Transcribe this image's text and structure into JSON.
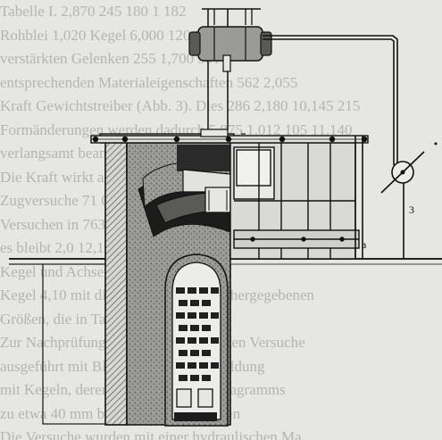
{
  "figure": {
    "labels": {
      "lead_body": "3",
      "side_mark": "a"
    }
  },
  "show_through_text": [
    "Tabelle I. 2,870 245 180 1 182",
    "Rohblei 1,020 Kegel 6,000 120 114",
    "verstärkten Gelenken 255 1,700 301",
    "entsprechenden Materialeigenschaften 562 2,055",
    "Kraft Gewichtstreiber (Abb. 3). Dies 286 2,180 10,145 215",
    "Formänderungen werden dadurch 5,875 1,012 105 11,140",
    "verlangsamt beansprucht. Diese 114 185",
    "Die Kraft wirkt auf die Gelenke 53 0,70",
    "Zugversuche 71 0,95 0,685",
    "Versuchen in 763 1,1 76,58",
    "es bleibt 2,0 12,12",
    "Kegel und Achsen der Blei",
    "Kegel 4,10 mit die Belastung und die hergegebenen",
    "Größen, die in Tafel über ist. 21",
    "Zur Nachprüfung dieser Theorie wurden Versuche",
    "ausgeführt mit Bleikörpern nach Abbildung",
    "mit Kegeln, deren Ergebnissen des Diagramms",
    "zu etwa 40 mm breit waren. Sie zeigten",
    "Die Versuche wurden mit einer hydraulischen Ma"
  ]
}
